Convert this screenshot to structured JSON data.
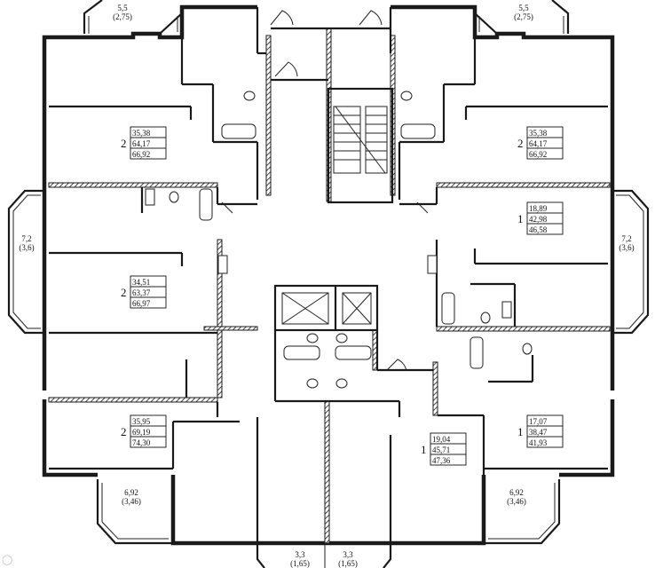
{
  "plan": {
    "apartments": [
      {
        "id": "top-left",
        "rooms": "2",
        "living": "35,38",
        "useful": "64,17",
        "total": "66,92"
      },
      {
        "id": "top-right",
        "rooms": "2",
        "living": "35,38",
        "useful": "64,17",
        "total": "66,92"
      },
      {
        "id": "mid-left",
        "rooms": "2",
        "living": "34,51",
        "useful": "63,37",
        "total": "66,97"
      },
      {
        "id": "mid-right",
        "rooms": "1",
        "living": "18,89",
        "useful": "42,98",
        "total": "46,58"
      },
      {
        "id": "bottom-left",
        "rooms": "2",
        "living": "35,95",
        "useful": "69,19",
        "total": "74,30"
      },
      {
        "id": "bottom-center",
        "rooms": "1",
        "living": "19,04",
        "useful": "45,71",
        "total": "47,36"
      },
      {
        "id": "bottom-right",
        "rooms": "1",
        "living": "17,07",
        "useful": "38,47",
        "total": "41,93"
      }
    ],
    "balconies": [
      {
        "id": "balcony-top-left",
        "area": "5,5",
        "reduced": "(2,75)"
      },
      {
        "id": "balcony-top-right",
        "area": "5,5",
        "reduced": "(2,75)"
      },
      {
        "id": "balcony-left",
        "area": "7,2",
        "reduced": "(3,6)"
      },
      {
        "id": "balcony-right",
        "area": "7,2",
        "reduced": "(3,6)"
      },
      {
        "id": "balcony-bottom-left",
        "area": "6,92",
        "reduced": "(3,46)"
      },
      {
        "id": "balcony-bottom-right",
        "area": "6,92",
        "reduced": "(3,46)"
      },
      {
        "id": "balcony-bottom-center-left",
        "area": "3,3",
        "reduced": "(1,65)"
      },
      {
        "id": "balcony-bottom-center-right",
        "area": "3,3",
        "reduced": "(1,65)"
      }
    ]
  }
}
